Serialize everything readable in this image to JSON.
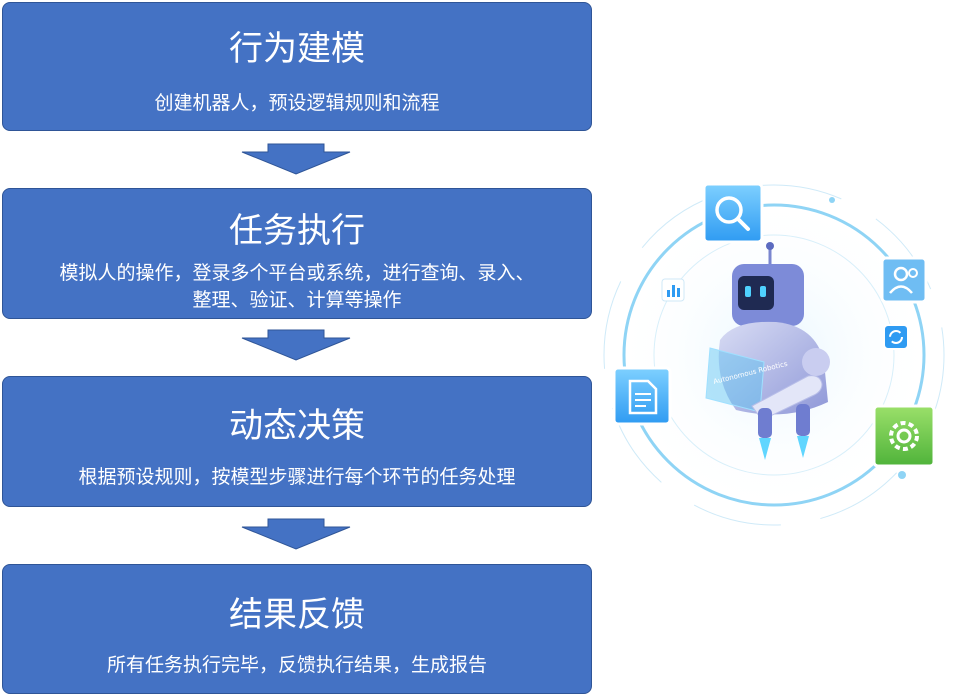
{
  "steps": [
    {
      "title": "行为建模",
      "description": "创建机器人，预设逻辑规则和流程"
    },
    {
      "title": "任务执行",
      "description_lines": [
        "模拟人的操作，登录多个平台或系统，进行查询、录入、",
        "整理、验证、计算等操作"
      ]
    },
    {
      "title": "动态决策",
      "description": "根据预设规则，按模型步骤进行每个环节的任务处理"
    },
    {
      "title": "结果反馈",
      "description": "所有任务执行完毕，反馈执行结果，生成报告"
    }
  ],
  "illustration": {
    "robot_chest_text": "Autonomous Robotics"
  },
  "colors": {
    "box": "#4472c4",
    "border": "#2f5597",
    "text": "#ffffff"
  }
}
